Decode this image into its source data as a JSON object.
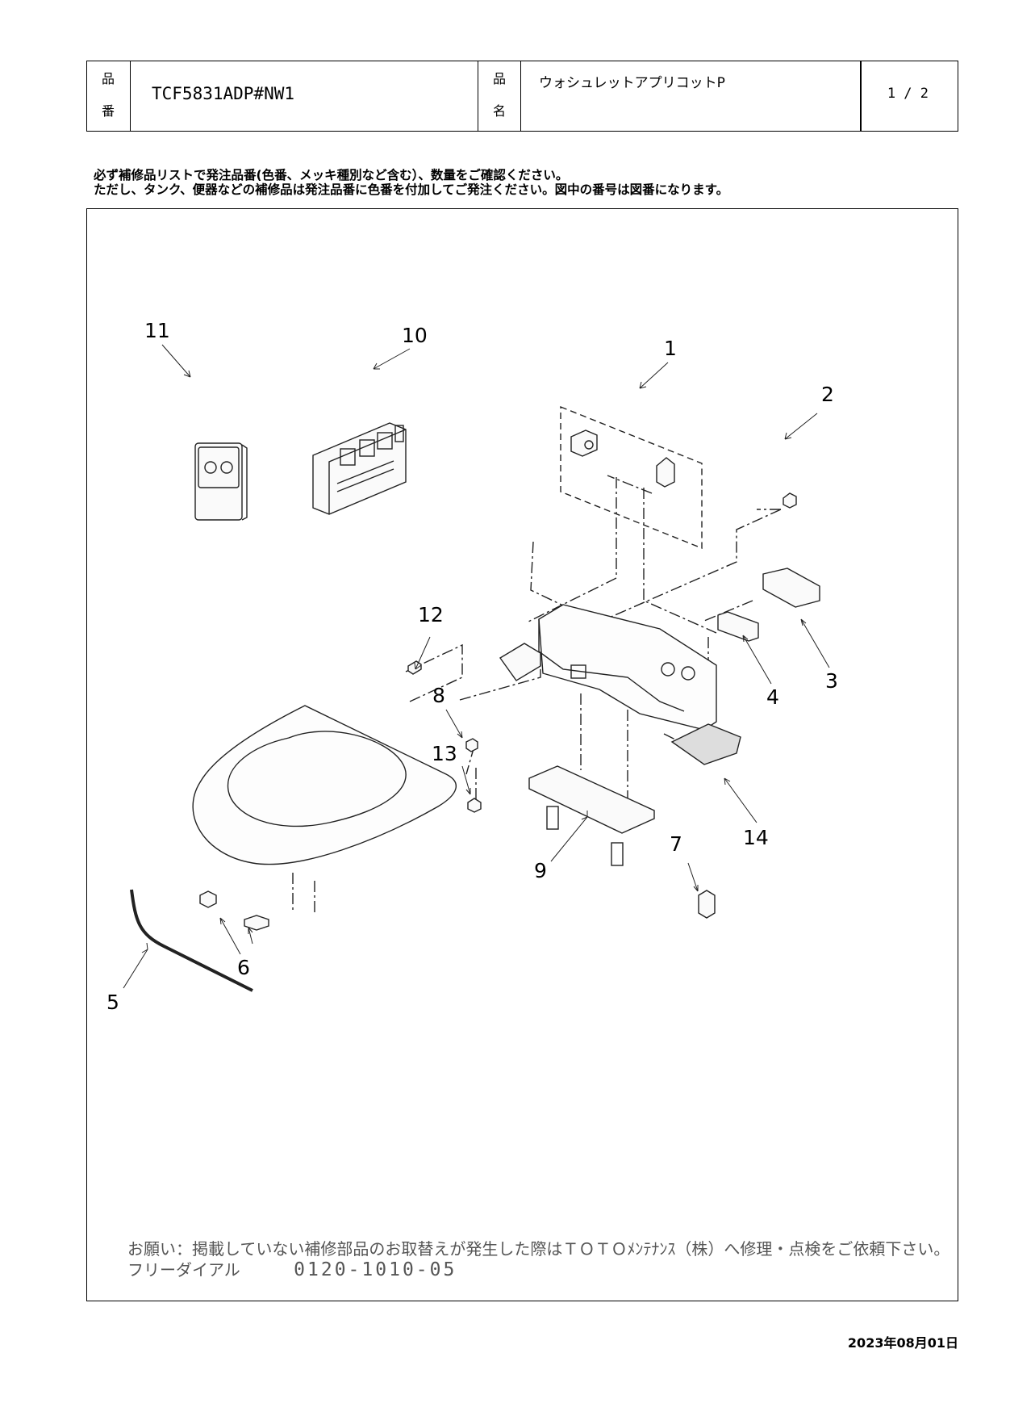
{
  "header": {
    "label_code_top": "品",
    "label_code_bottom": "番",
    "product_code": "TCF5831ADP#NW1",
    "label_name_top": "品",
    "label_name_bottom": "名",
    "product_name": "ウォシュレットアプリコットP",
    "page": "1 / 2"
  },
  "notes": {
    "line1": "必ず補修品リストで発注品番(色番、メッキ種別など含む）、数量をご確認ください。",
    "line2": "ただし、タンク、便器などの補修品は発注品番に色番を付加してご発注ください。図中の番号は図番になります。"
  },
  "callouts": [
    "1",
    "2",
    "3",
    "4",
    "5",
    "6",
    "7",
    "8",
    "9",
    "10",
    "11",
    "12",
    "13",
    "14"
  ],
  "footer": {
    "request": "お願い：掲載していない補修部品のお取替えが発生した際はＴＯＴＯﾒﾝﾃﾅﾝｽ（株）へ修理・点検をご依頼下さい。",
    "dial_label": "フリーダイアル",
    "dial_number": "0120-1010-05"
  },
  "date": "2023年08月01日"
}
